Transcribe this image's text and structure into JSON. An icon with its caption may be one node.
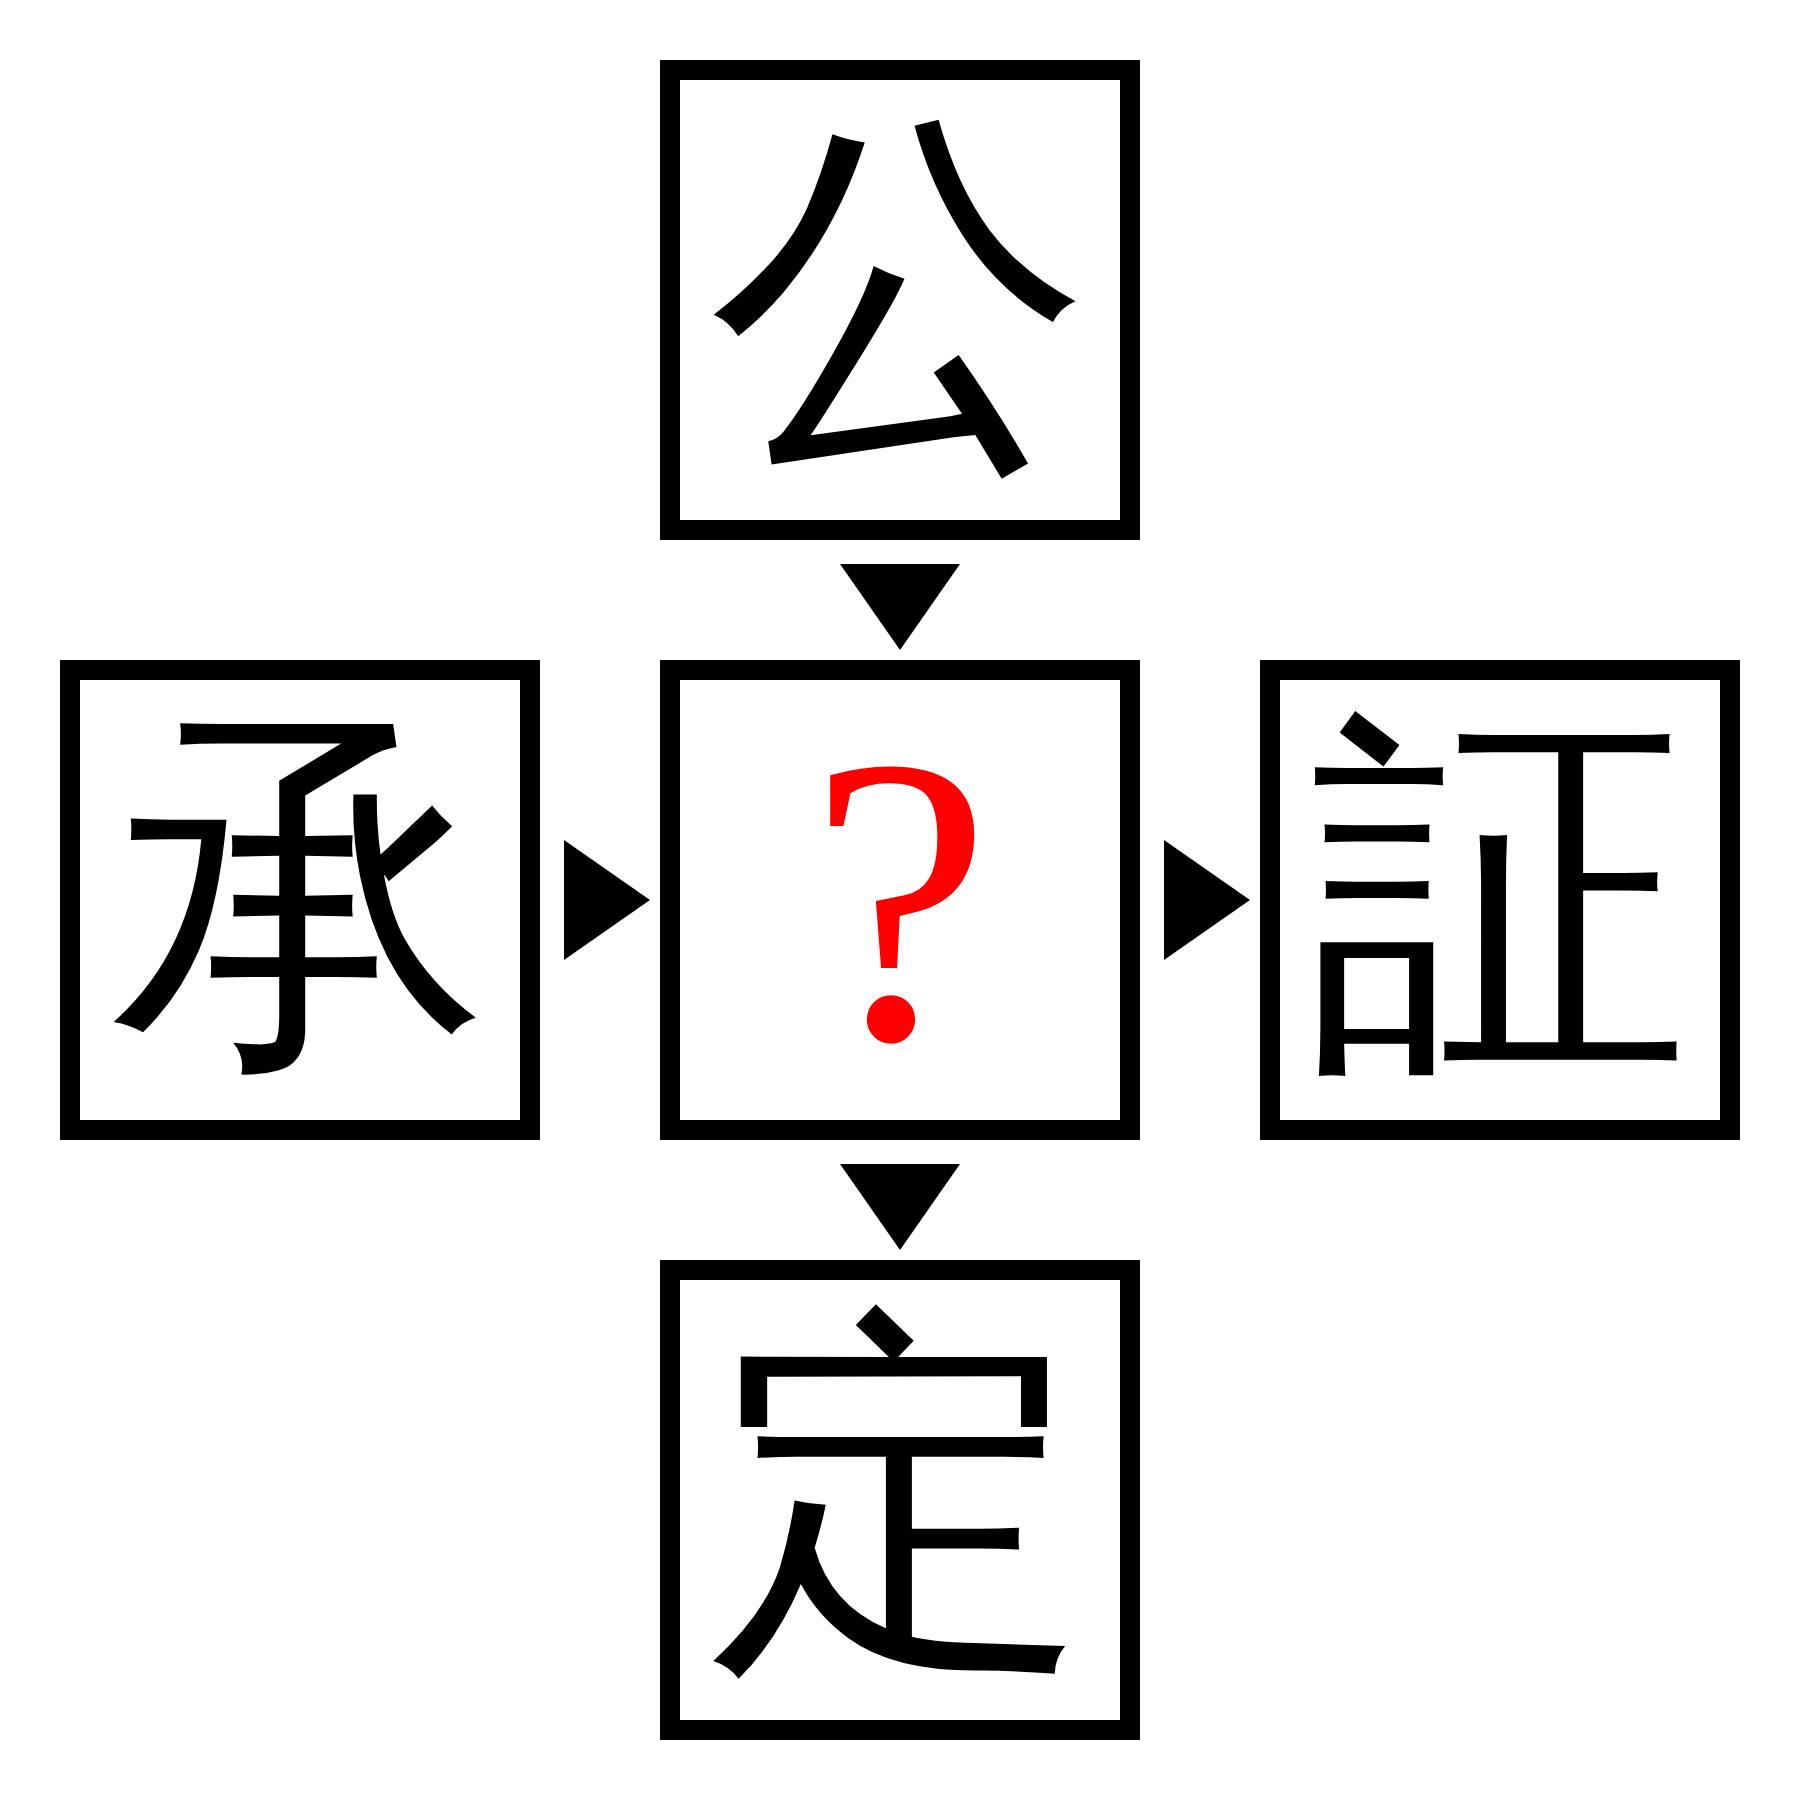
{
  "diagram": {
    "nodes": [
      {
        "text": [
          "公"
        ]
      },
      {
        "text": [
          "承"
        ]
      },
      {
        "text": [
          "?"
        ]
      },
      {
        "text": [
          "証"
        ]
      },
      {
        "text": [
          "定"
        ]
      }
    ],
    "edges": [
      {
        "from": 0,
        "to": 2,
        "arrow": "to"
      },
      {
        "from": 1,
        "to": 2,
        "arrow": "to"
      },
      {
        "from": 2,
        "to": 3,
        "arrow": "to"
      },
      {
        "from": 2,
        "to": 4,
        "arrow": "to"
      }
    ]
  }
}
